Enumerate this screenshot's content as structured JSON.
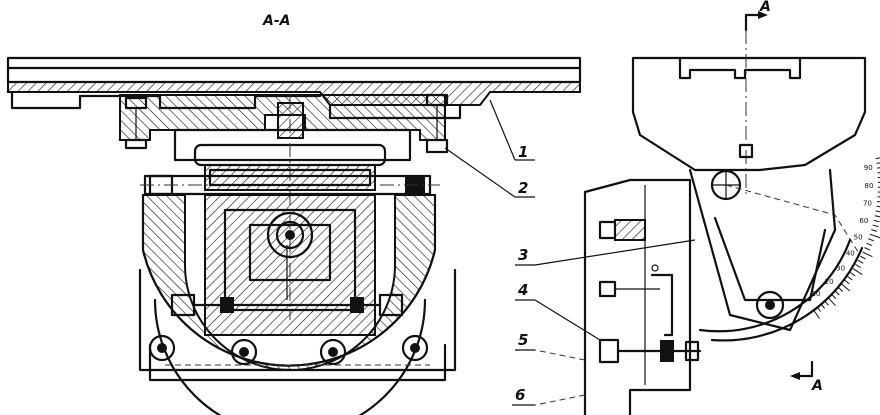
{
  "section_label": "A-A",
  "section_marks": {
    "top": "A",
    "bottom": "A"
  },
  "callouts": [
    {
      "num": "1"
    },
    {
      "num": "2"
    },
    {
      "num": "3"
    },
    {
      "num": "4"
    },
    {
      "num": "5"
    },
    {
      "num": "6"
    }
  ],
  "scale_labels": [
    "10",
    "20",
    "30",
    "40",
    "50",
    "60",
    "70",
    "80",
    "90"
  ],
  "colors": {
    "ink": "#111111",
    "paper": "#ffffff"
  }
}
